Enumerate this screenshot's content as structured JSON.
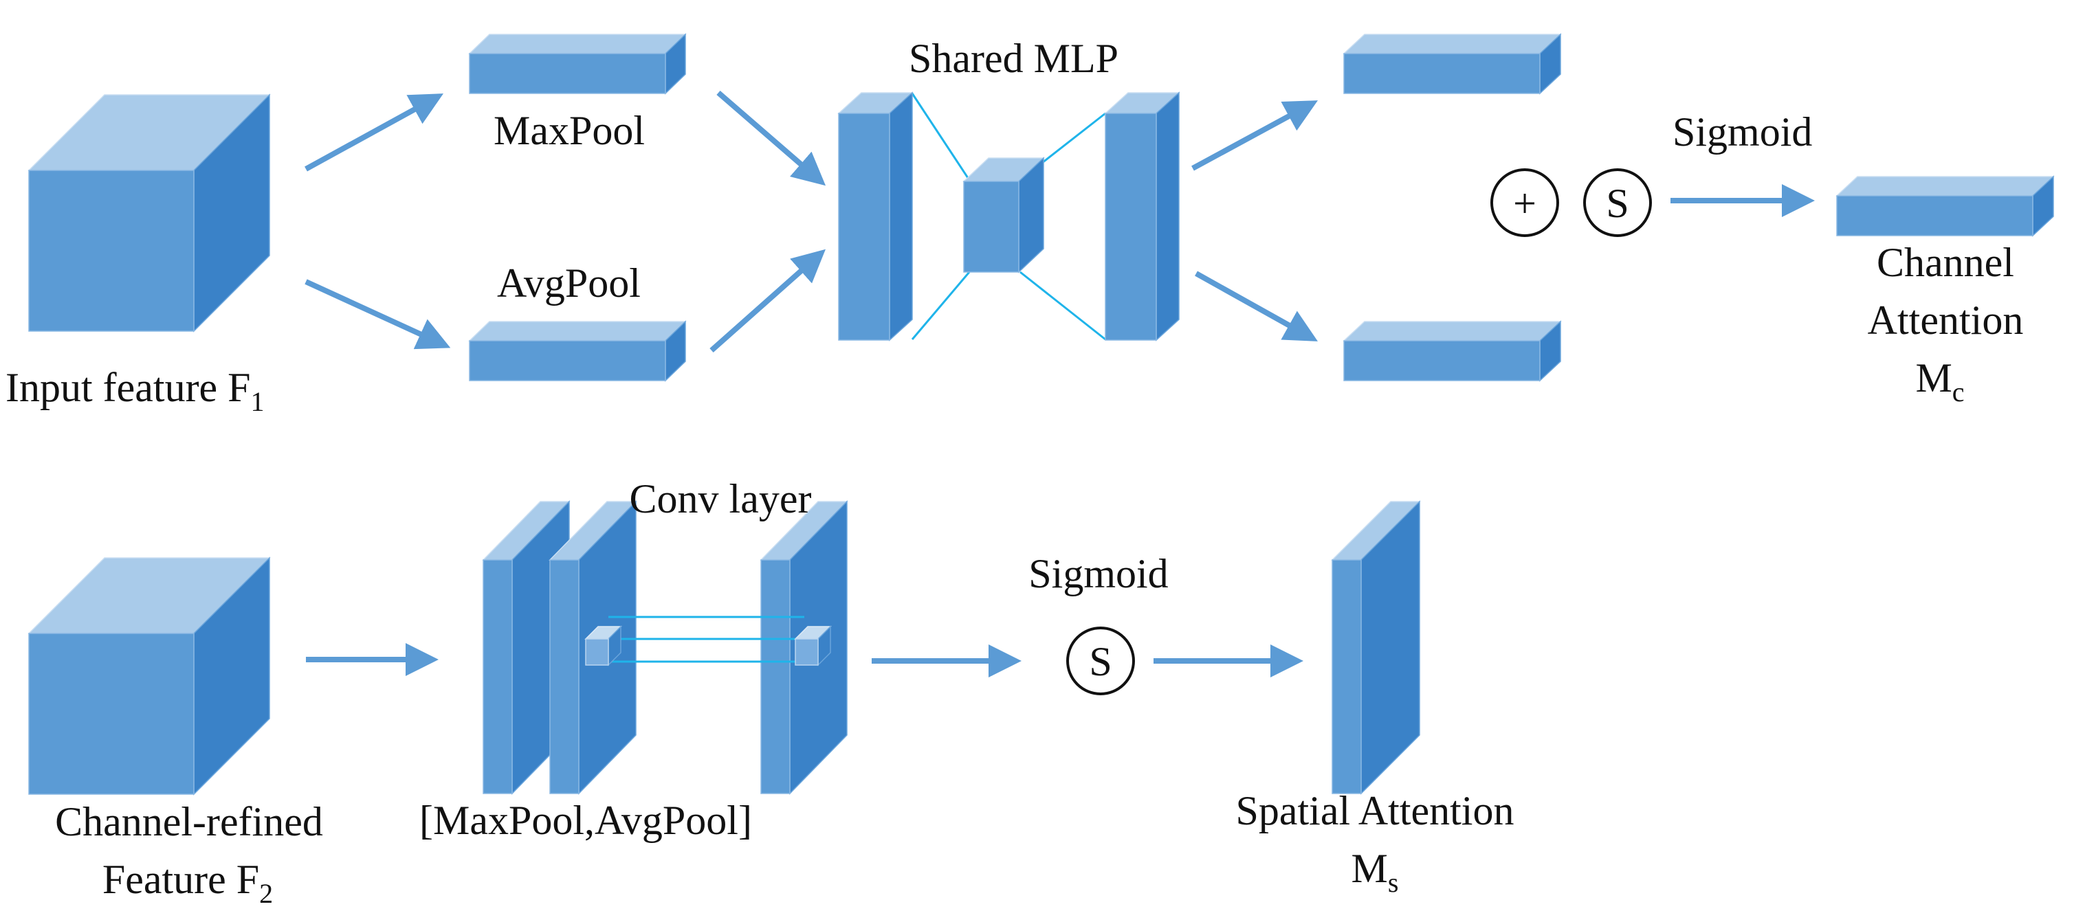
{
  "colors": {
    "front": "#5b9bd5",
    "top": "#a9cbea",
    "side": "#3a82c8",
    "arrow": "#5b9bd5",
    "connector": "#1fb4ea",
    "text": "#111111"
  },
  "top_row": {
    "input_feature": {
      "label": "Input feature F",
      "subscript": "1"
    },
    "maxpool": {
      "label": "MaxPool"
    },
    "avgpool": {
      "label": "AvgPool"
    },
    "shared_mlp": {
      "label": "Shared MLP"
    },
    "plus_symbol": "+",
    "sigmoid_symbol": "S",
    "sigmoid_label": "Sigmoid",
    "channel_attention": {
      "line1": "Channel",
      "line2": "Attention",
      "line3": "M",
      "subscript": "c"
    }
  },
  "bottom_row": {
    "channel_refined": {
      "line1": "Channel-refined",
      "line2": "Feature F",
      "subscript": "2"
    },
    "concat_label": "[MaxPool,AvgPool]",
    "conv_layer_label": "Conv layer",
    "sigmoid_label": "Sigmoid",
    "sigmoid_symbol": "S",
    "spatial_attention": {
      "line1": "Spatial Attention",
      "line2": "M",
      "subscript": "s"
    }
  }
}
